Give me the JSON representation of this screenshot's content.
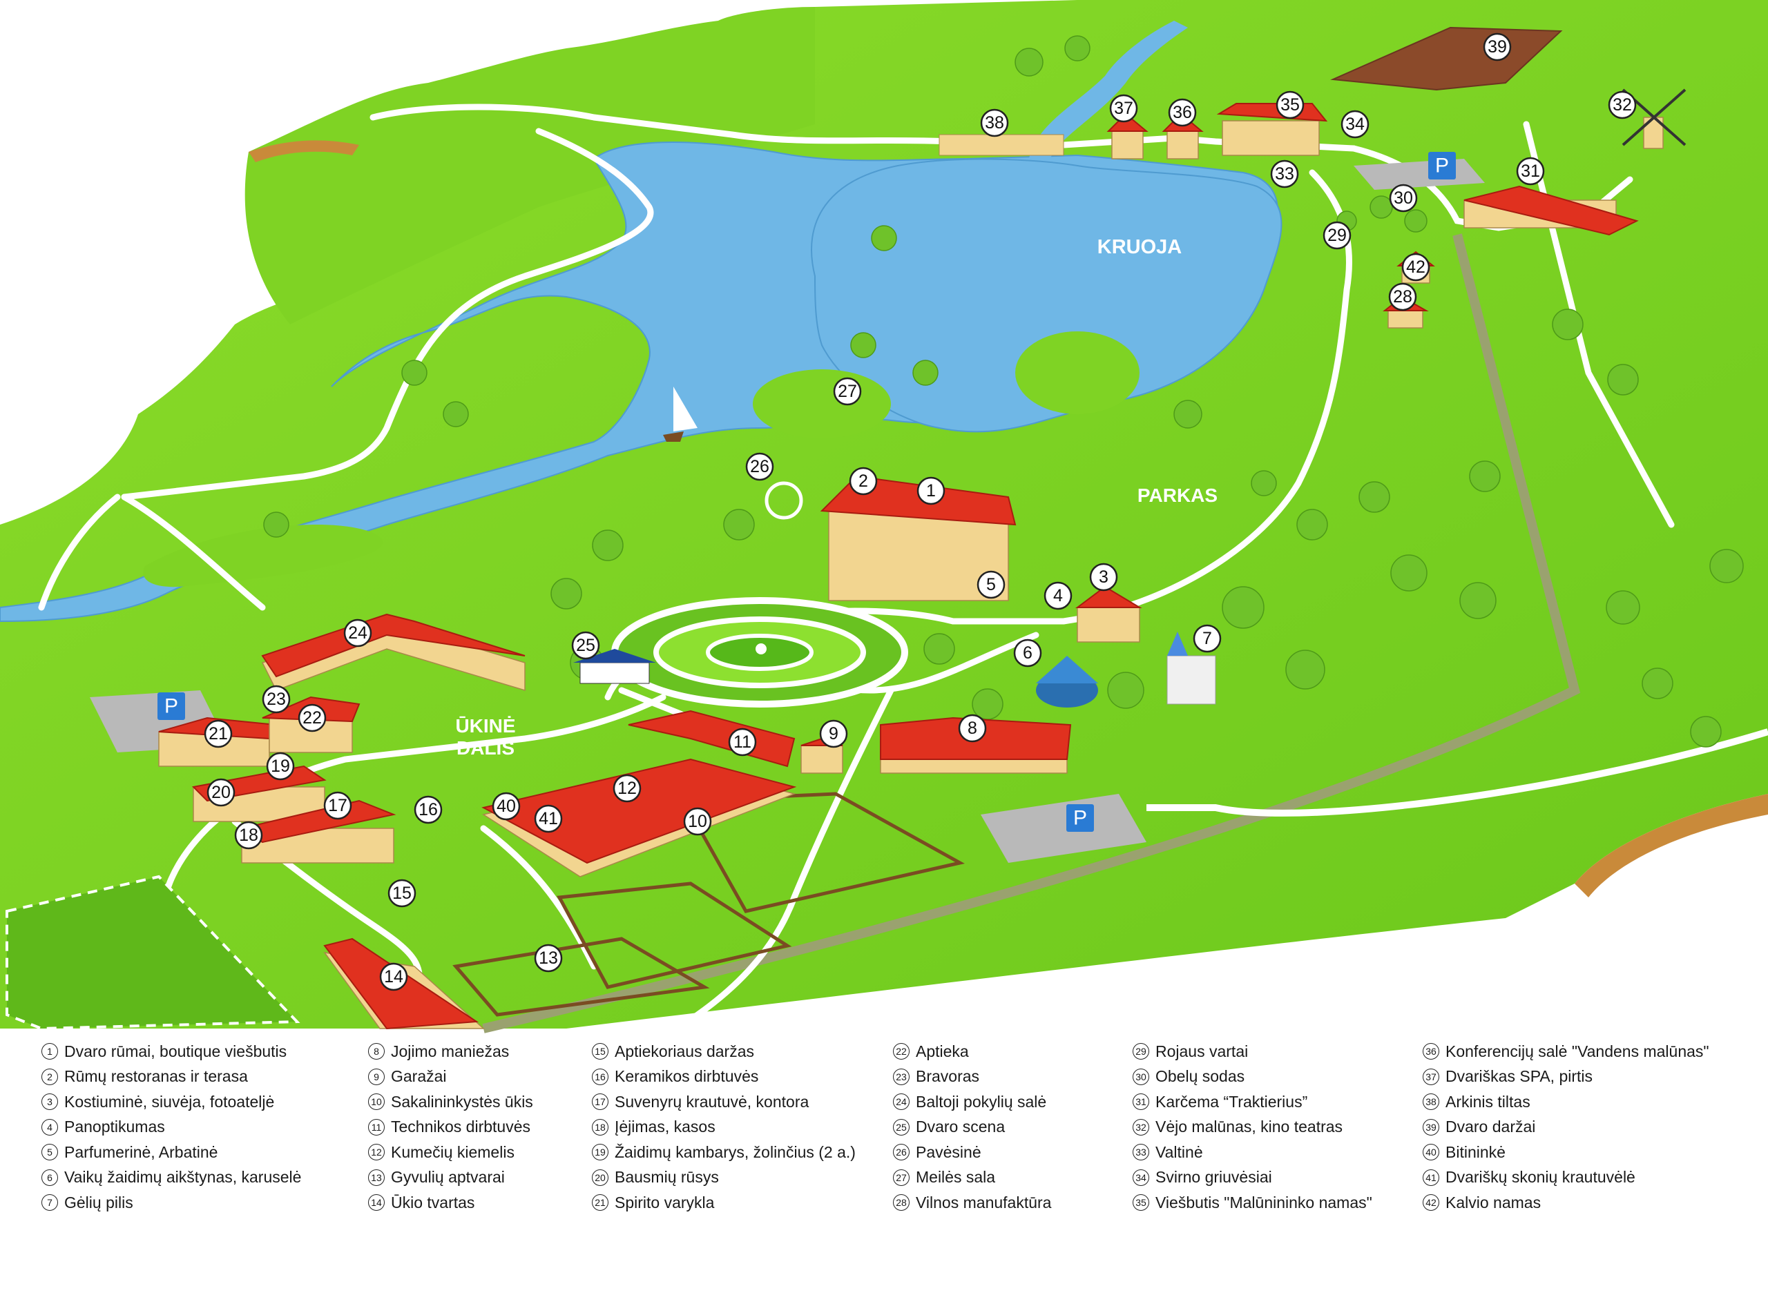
{
  "map": {
    "area_labels": {
      "kruoja": "KRUOJA",
      "parkas": "PARKAS",
      "ukine_1": "ŪKINĖ",
      "ukine_2": "DALIS"
    },
    "parking_label": "P",
    "colors": {
      "grass": "#7ed321",
      "grass_dark": "#5fae17",
      "water": "#6fb7e6",
      "road": "#ffffff",
      "roof": "#e0311f",
      "wall": "#f2d590",
      "parking": "#2a7bd4",
      "earth": "#c98a3a"
    },
    "markers": [
      "1",
      "2",
      "3",
      "4",
      "5",
      "6",
      "7",
      "8",
      "9",
      "10",
      "11",
      "12",
      "13",
      "14",
      "15",
      "16",
      "17",
      "18",
      "19",
      "20",
      "21",
      "22",
      "23",
      "24",
      "25",
      "26",
      "27",
      "28",
      "29",
      "30",
      "31",
      "32",
      "33",
      "34",
      "35",
      "36",
      "37",
      "38",
      "39",
      "40",
      "41",
      "42"
    ]
  },
  "legend": {
    "col1": [
      {
        "num": "1",
        "label": "Dvaro rūmai, boutique viešbutis"
      },
      {
        "num": "2",
        "label": "Rūmų restoranas ir terasa"
      },
      {
        "num": "3",
        "label": "Kostiuminė, siuvėja, fotoateljė"
      },
      {
        "num": "4",
        "label": "Panoptikumas"
      },
      {
        "num": "5",
        "label": "Parfumerinė, Arbatinė"
      },
      {
        "num": "6",
        "label": "Vaikų žaidimų aikštynas, karuselė"
      },
      {
        "num": "7",
        "label": "Gėlių pilis"
      }
    ],
    "col2": [
      {
        "num": "8",
        "label": "Jojimo maniežas"
      },
      {
        "num": "9",
        "label": "Garažai"
      },
      {
        "num": "10",
        "label": "Sakalininkystės ūkis"
      },
      {
        "num": "11",
        "label": "Technikos dirbtuvės"
      },
      {
        "num": "12",
        "label": "Kumečių kiemelis"
      },
      {
        "num": "13",
        "label": "Gyvulių aptvarai"
      },
      {
        "num": "14",
        "label": "Ūkio tvartas"
      }
    ],
    "col3": [
      {
        "num": "15",
        "label": "Aptiekoriaus daržas"
      },
      {
        "num": "16",
        "label": "Keramikos dirbtuvės"
      },
      {
        "num": "17",
        "label": "Suvenyrų krautuvė, kontora"
      },
      {
        "num": "18",
        "label": "Įėjimas, kasos"
      },
      {
        "num": "19",
        "label": "Žaidimų kambarys, žolinčius (2 a.)"
      },
      {
        "num": "20",
        "label": "Bausmių rūsys"
      },
      {
        "num": "21",
        "label": "Spirito varykla"
      }
    ],
    "col4": [
      {
        "num": "22",
        "label": "Aptieka"
      },
      {
        "num": "23",
        "label": "Bravoras"
      },
      {
        "num": "24",
        "label": "Baltoji pokylių salė"
      },
      {
        "num": "25",
        "label": "Dvaro scena"
      },
      {
        "num": "26",
        "label": "Pavėsinė"
      },
      {
        "num": "27",
        "label": "Meilės sala"
      },
      {
        "num": "28",
        "label": "Vilnos manufaktūra"
      }
    ],
    "col5": [
      {
        "num": "29",
        "label": "Rojaus vartai"
      },
      {
        "num": "30",
        "label": "Obelų sodas"
      },
      {
        "num": "31",
        "label": "Karčema “Traktierius”"
      },
      {
        "num": "32",
        "label": "Vėjo malūnas, kino teatras"
      },
      {
        "num": "33",
        "label": "Valtinė"
      },
      {
        "num": "34",
        "label": "Svirno griuvėsiai"
      },
      {
        "num": "35",
        "label": "Viešbutis \"Malūnininko namas\""
      }
    ],
    "col6": [
      {
        "num": "36",
        "label": "Konferencijų salė \"Vandens malūnas\""
      },
      {
        "num": "37",
        "label": "Dvariškas SPA, pirtis"
      },
      {
        "num": "38",
        "label": "Arkinis tiltas"
      },
      {
        "num": "39",
        "label": "Dvaro daržai"
      },
      {
        "num": "40",
        "label": "Bitininkė"
      },
      {
        "num": "41",
        "label": "Dvariškų skonių krautuvėlė"
      },
      {
        "num": "42",
        "label": "Kalvio namas"
      }
    ]
  }
}
